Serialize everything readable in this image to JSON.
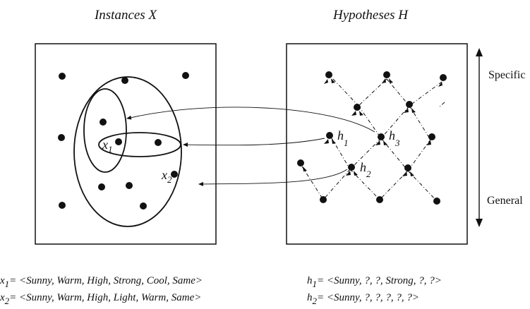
{
  "titles": {
    "instances": "Instances X",
    "hypotheses": "Hypotheses H"
  },
  "axis": {
    "top": "Specific",
    "bottom": "General"
  },
  "points": {
    "x": "x",
    "x1_sub": "1",
    "x2_sub": "2"
  },
  "hyps": {
    "h": "h",
    "h1_sub": "1",
    "h2_sub": "2",
    "h3_sub": "3"
  },
  "defs": {
    "x1": {
      "var": "x",
      "sub": "1",
      "value": "= <Sunny, Warm, High, Strong, Cool, Same>"
    },
    "x2": {
      "var": "x",
      "sub": "2",
      "value": "= <Sunny, Warm, High, Light, Warm, Same>"
    },
    "h1": {
      "var": "h",
      "sub": "1",
      "value": "= <Sunny, ?, ?, Strong, ?, ?>"
    },
    "h2": {
      "var": "h",
      "sub": "2",
      "value": "= <Sunny, ?, ?, ?, ?, ?>"
    }
  }
}
